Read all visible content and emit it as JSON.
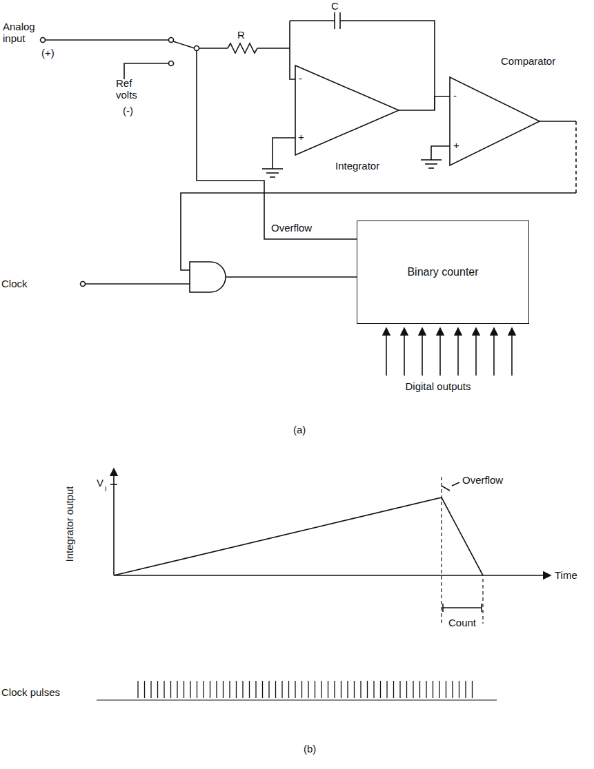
{
  "diagram": {
    "nodes": [
      {
        "text": [
          "Binary counter"
        ]
      }
    ],
    "labels": [
      "Analog input",
      "(+)",
      "Ref volts",
      "(-)",
      "R",
      "C",
      "-",
      "+",
      "Integrator",
      "Comparator",
      "-",
      "+",
      "Overflow",
      "Clock",
      "Digital outputs",
      "(a)",
      "V",
      "i",
      "Integrator output",
      "Overflow",
      "Time",
      "Count",
      "Clock pulses",
      "(b)"
    ]
  }
}
